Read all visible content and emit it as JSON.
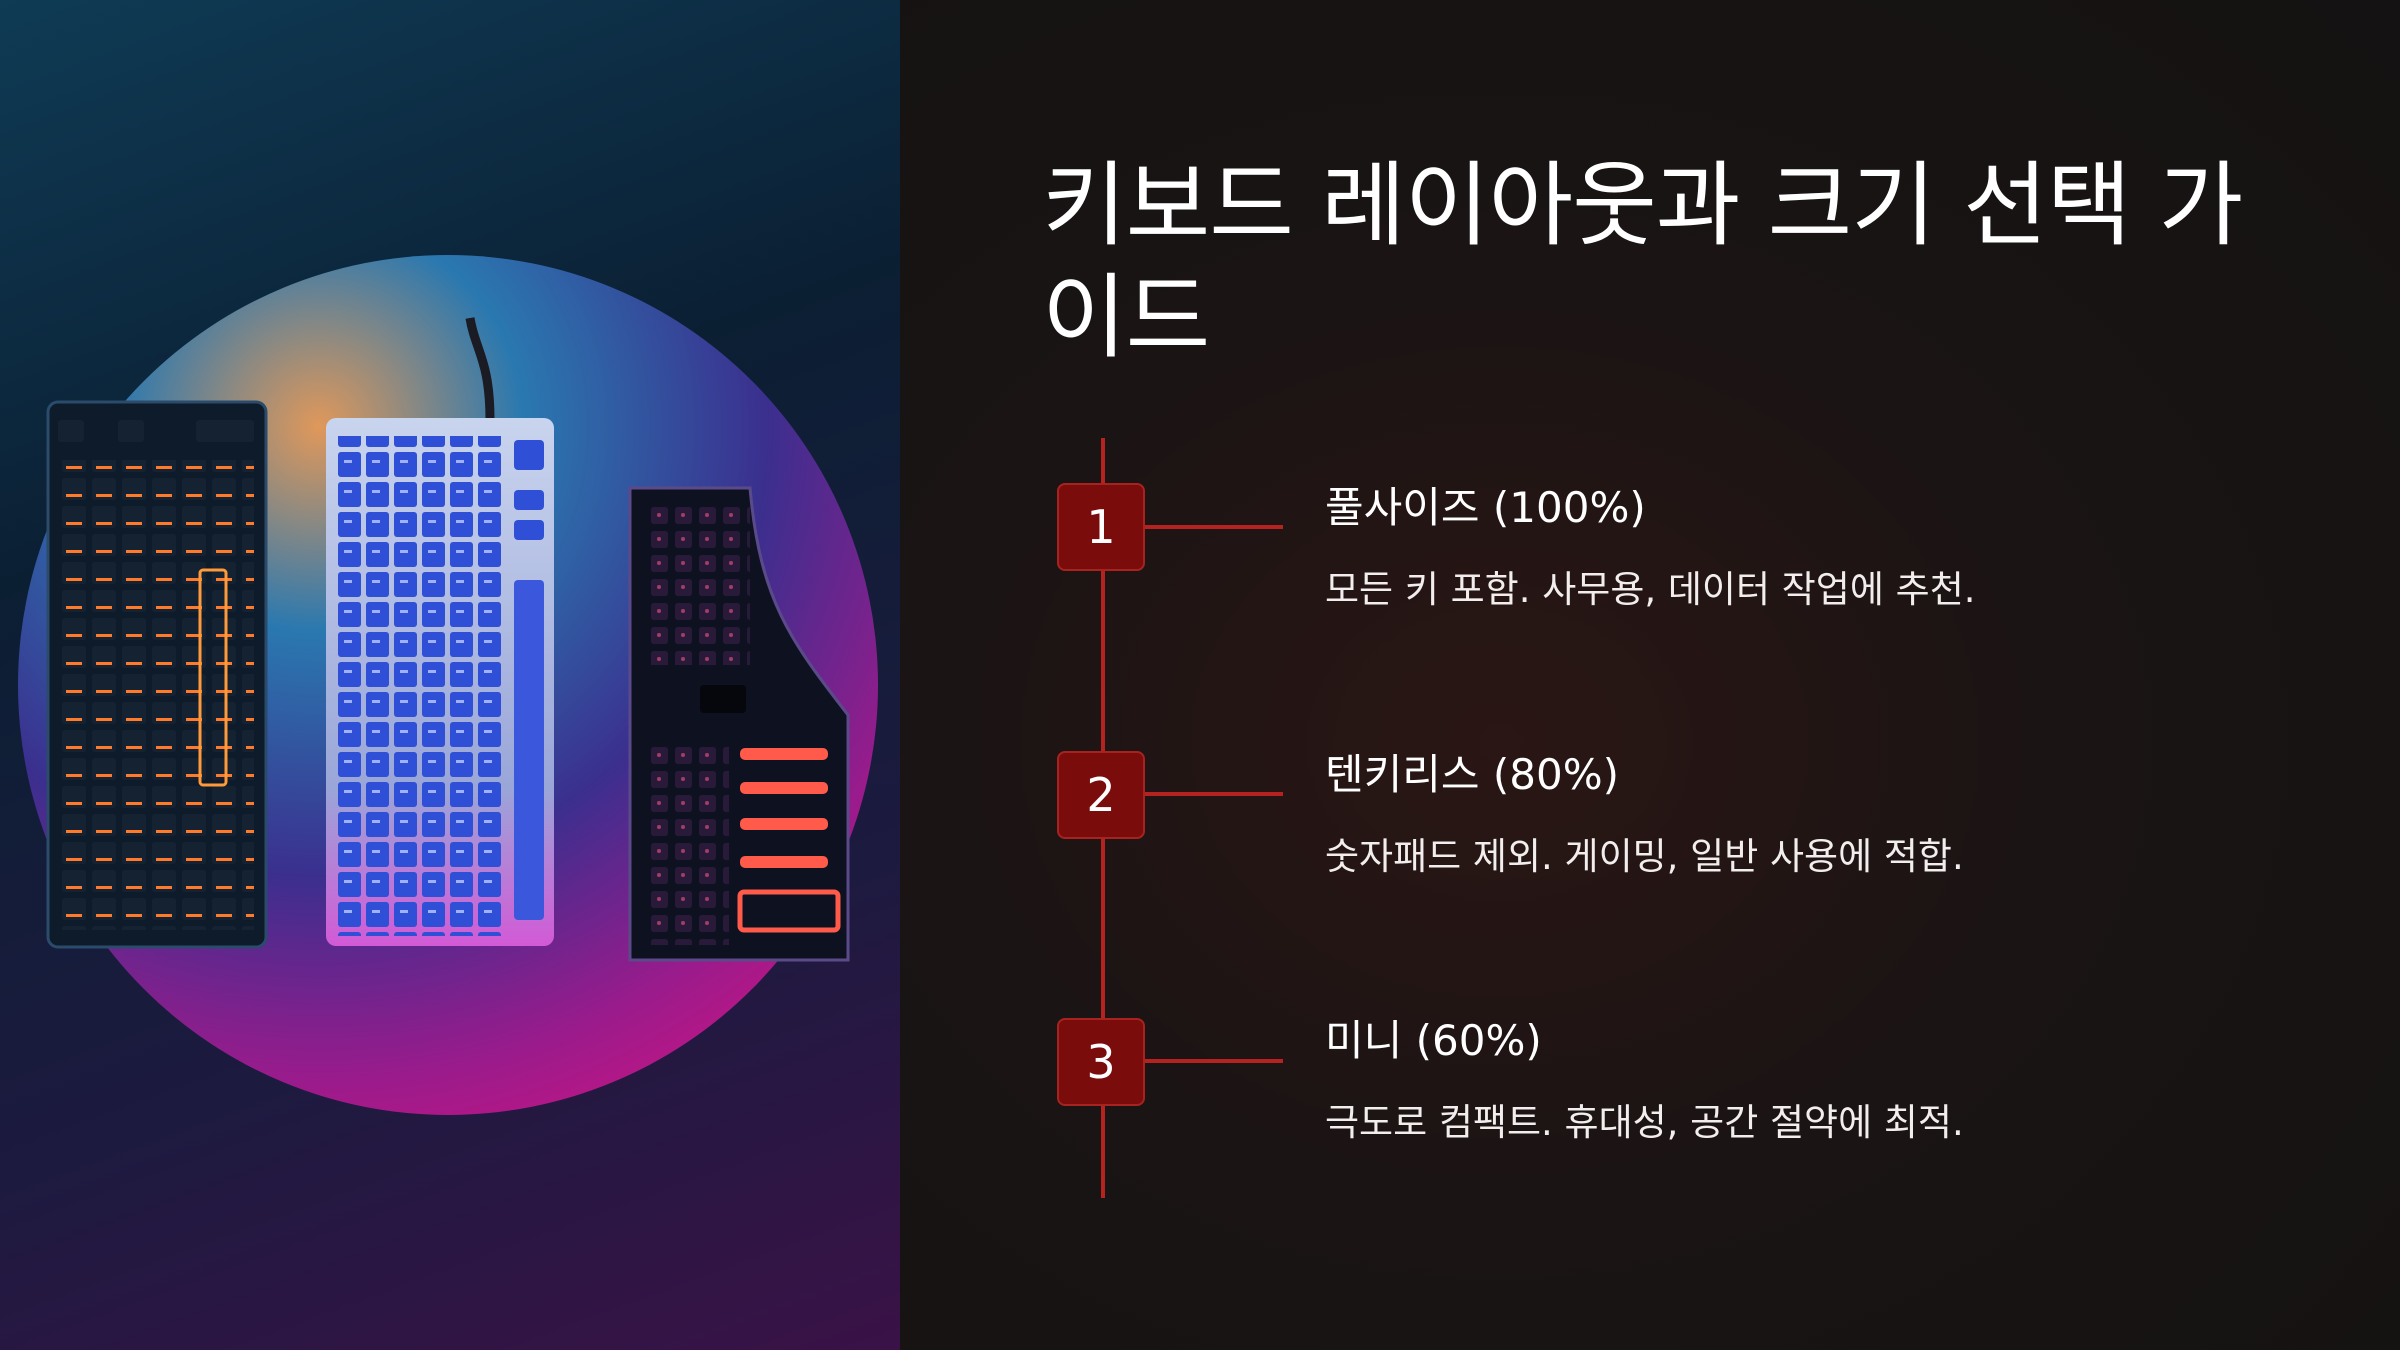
{
  "title": "키보드 레이아웃과 크기 선택 가이드",
  "steps": [
    {
      "number": "1",
      "heading": "풀사이즈 (100%)",
      "description": "모든 키 포함. 사무용, 데이터 작업에 추천."
    },
    {
      "number": "2",
      "heading": "텐키리스 (80%)",
      "description": "숫자패드 제외. 게이밍, 일반 사용에 적합."
    },
    {
      "number": "3",
      "heading": "미니 (60%)",
      "description": "극도로 컴팩트. 휴대성, 공간 절약에 최적."
    }
  ],
  "colors": {
    "accent": "#b5221f",
    "badge": "#7a0c0c",
    "background": "#151212",
    "text": "#ffffff"
  },
  "image": {
    "subject": "three-keyboards-photo"
  }
}
